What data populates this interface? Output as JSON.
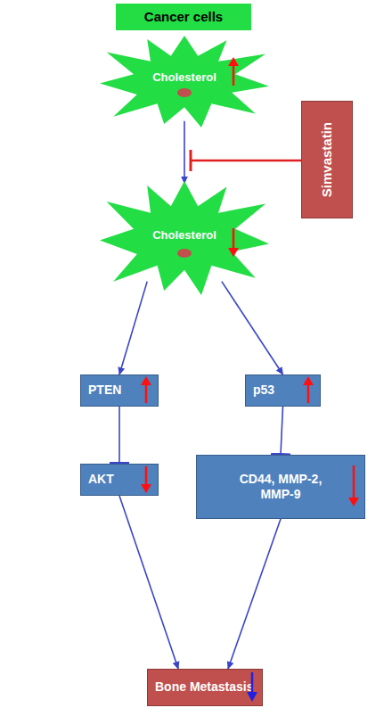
{
  "diagram": {
    "nodes": [
      {
        "text": [
          "Cancer cells"
        ]
      },
      {
        "text": [
          "Cholesterol"
        ]
      },
      {
        "text": [
          "Simvastatin"
        ]
      },
      {
        "text": [
          "Cholesterol"
        ]
      },
      {
        "text": [
          "PTEN"
        ]
      },
      {
        "text": [
          "p53"
        ]
      },
      {
        "text": [
          "AKT"
        ]
      },
      {
        "text": [
          "CD44, MMP-2, MMP-9"
        ]
      },
      {
        "text": [
          "Bone Metastasis"
        ]
      }
    ],
    "edges": [
      {
        "from": 1,
        "to": 3,
        "arrow": "to"
      },
      {
        "from": 3,
        "to": 4,
        "arrow": "to"
      },
      {
        "from": 3,
        "to": 5,
        "arrow": "to"
      },
      {
        "from": 4,
        "to": 6,
        "arrow": "to"
      },
      {
        "from": 5,
        "to": 7,
        "arrow": "to"
      },
      {
        "from": 6,
        "to": 8,
        "arrow": "to"
      },
      {
        "from": 7,
        "to": 8,
        "arrow": "to"
      }
    ]
  }
}
